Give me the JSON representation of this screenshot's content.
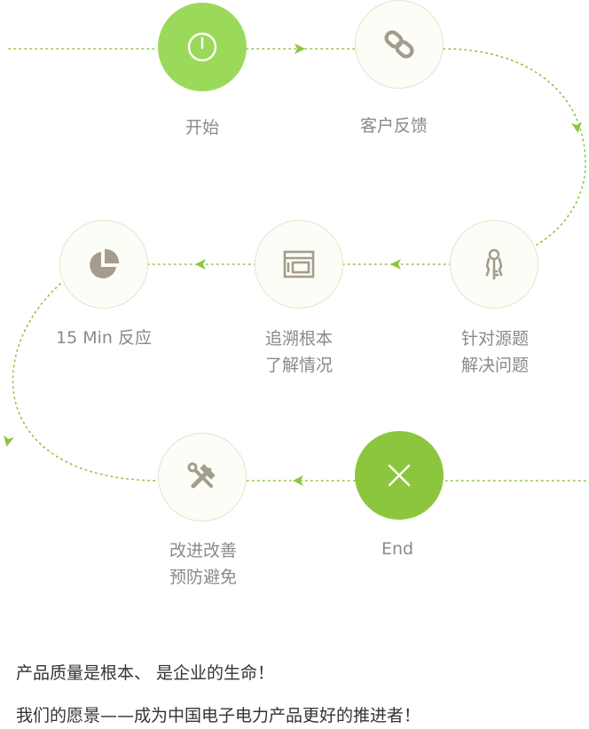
{
  "colors": {
    "accent": "#8cc63f",
    "accent_light": "#9bd95a",
    "icon": "#a49d8d",
    "label": "#8a8a8a",
    "text": "#333333"
  },
  "steps": [
    {
      "id": "start",
      "icon": "power-icon",
      "lines": [
        "开始"
      ]
    },
    {
      "id": "feedback",
      "icon": "link-icon",
      "lines": [
        "客户反馈"
      ]
    },
    {
      "id": "target",
      "icon": "keys-icon",
      "lines": [
        "针对源题",
        "解决问题"
      ]
    },
    {
      "id": "trace",
      "icon": "browser-window-icon",
      "lines": [
        "追溯根本",
        "了解情况"
      ]
    },
    {
      "id": "respond",
      "icon": "pie-chart-icon",
      "lines": [
        "15 Min 反应"
      ]
    },
    {
      "id": "improve",
      "icon": "tools-icon",
      "lines": [
        "改进改善",
        "预防避免"
      ]
    },
    {
      "id": "end",
      "icon": "close-icon",
      "lines": [
        "End"
      ]
    }
  ],
  "footer": {
    "line1": "产品质量是根本、 是企业的生命！",
    "line2": "我们的愿景——成为中国电子电力产品更好的推进者！"
  }
}
